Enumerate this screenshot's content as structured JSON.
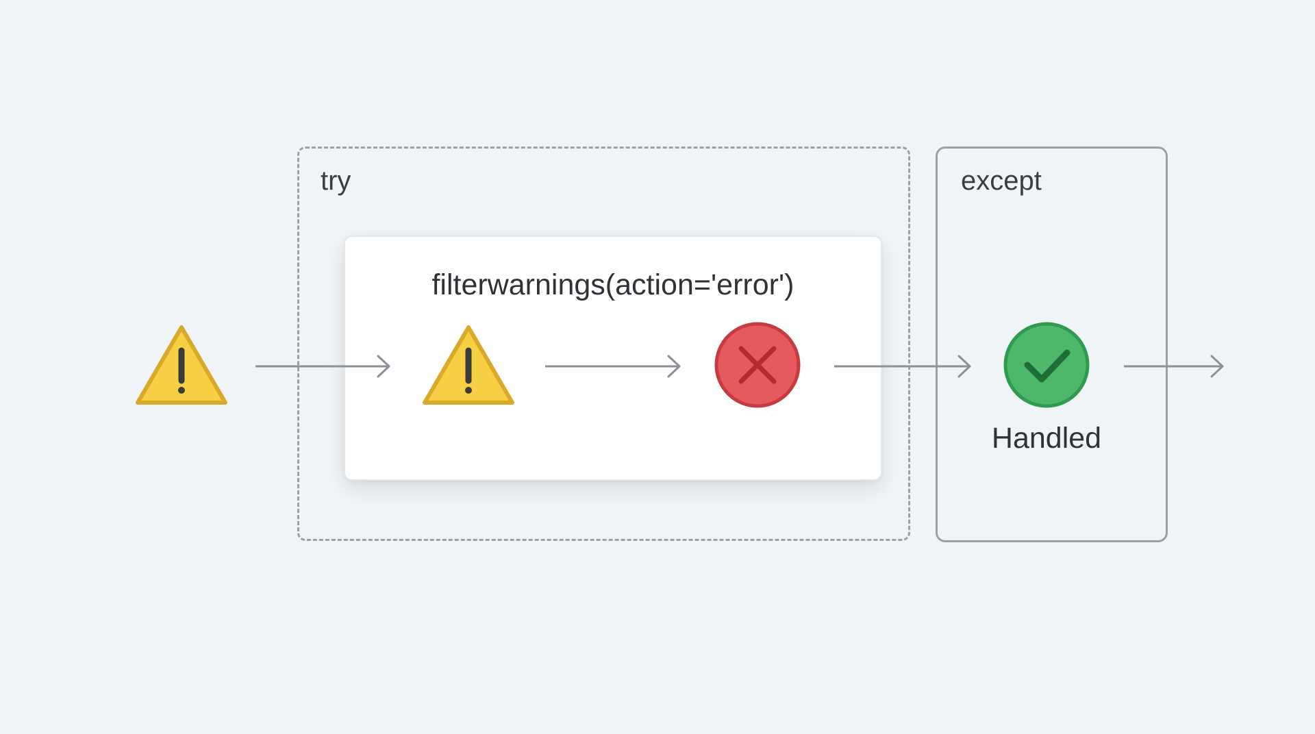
{
  "try_block": {
    "label": "try"
  },
  "except_block": {
    "label": "except"
  },
  "filter_call": {
    "code": "filterwarnings(action='error')"
  },
  "result": {
    "label": "Handled"
  },
  "icons": {
    "incoming_warning": "warning-triangle",
    "filtered_warning": "warning-triangle",
    "error": "x-circle",
    "handled": "check-circle"
  },
  "colors": {
    "warning_fill": "#f6cf45",
    "warning_stroke": "#d9a92a",
    "error_fill": "#e55a5f",
    "error_stroke": "#c63b40",
    "success_fill": "#4db86b",
    "success_stroke": "#2f9a50",
    "arrow": "#8c9096"
  }
}
